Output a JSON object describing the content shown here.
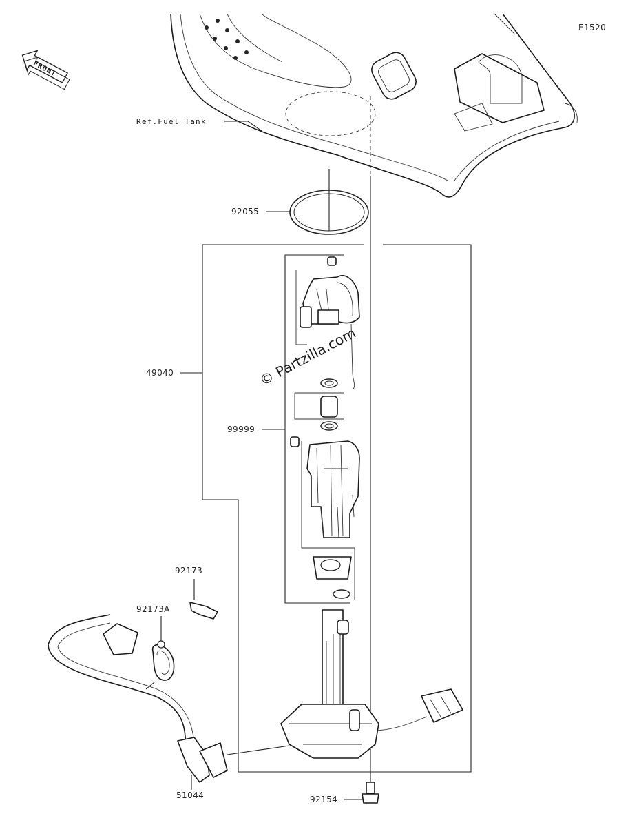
{
  "diagram": {
    "code": "E1520",
    "front_label": "FRONT",
    "watermark": "© Partzilla.com",
    "ref_label": "Ref.Fuel Tank",
    "parts": [
      {
        "id": "92055",
        "label": "92055"
      },
      {
        "id": "49040",
        "label": "49040"
      },
      {
        "id": "99999",
        "label": "99999"
      },
      {
        "id": "92173",
        "label": "92173"
      },
      {
        "id": "92173A",
        "label": "92173A"
      },
      {
        "id": "51044",
        "label": "51044"
      },
      {
        "id": "92154",
        "label": "92154"
      }
    ]
  }
}
